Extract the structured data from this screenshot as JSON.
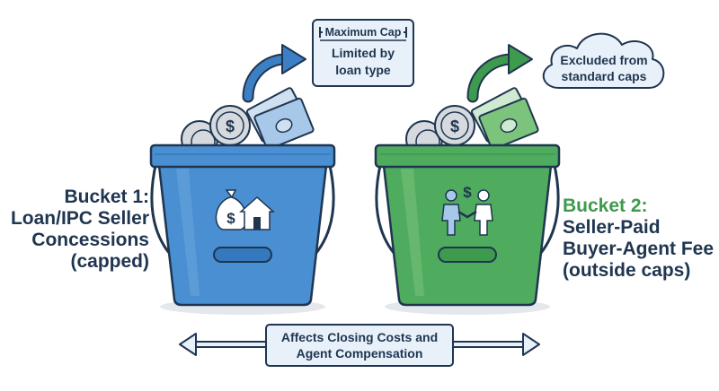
{
  "cap_box": {
    "title": "Maximum Cap",
    "line1": "Limited by",
    "line2": "loan type"
  },
  "cloud": {
    "line1": "Excluded from",
    "line2": "standard caps"
  },
  "bucket1": {
    "color": "#4a8fd1",
    "label_lines": [
      "Bucket 1:",
      "Loan/IPC Seller",
      "Concessions",
      "(capped)"
    ],
    "icon": "money-bag-house-icon"
  },
  "bucket2": {
    "color": "#4fac5e",
    "label_lines": [
      "Bucket 2:",
      "Seller-Paid",
      "Buyer-Agent Fee",
      "(outside caps)"
    ],
    "icon": "handshake-dollar-icon"
  },
  "bottom_banner": {
    "line1": "Affects Closing Costs and",
    "line2": "Agent Compensation"
  },
  "colors": {
    "outline": "#1f3550",
    "blue_arrow": "#3d7fc4",
    "green_arrow": "#3e9a4d",
    "box_fill": "#e8f1fa",
    "coin": "#d6dadf",
    "cash_blue": "#cfe0f1",
    "cash_green": "#a9d9a6"
  }
}
